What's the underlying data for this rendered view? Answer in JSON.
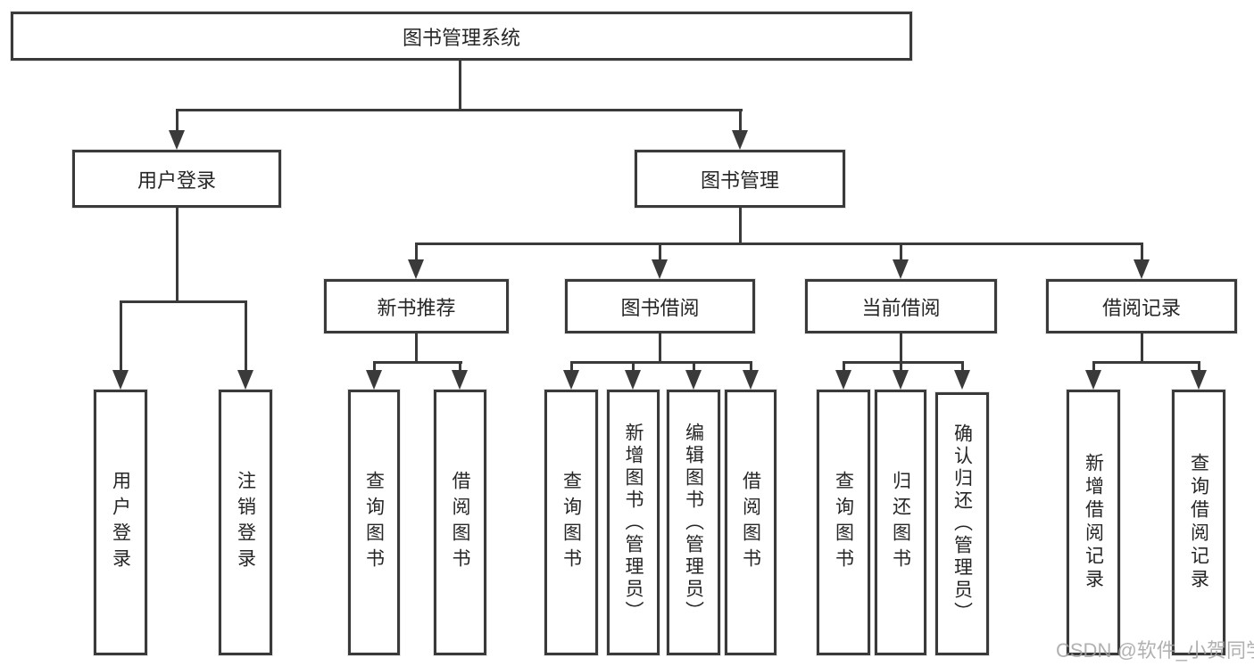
{
  "diagram_title": "图书管理系统",
  "watermark": "CSDN @软件_小贺同学",
  "colors": {
    "line": "#3a3a3a",
    "text": "#262626",
    "background": "#ffffff",
    "watermark": "#a4a4a4"
  },
  "nodes": {
    "root": "图书管理系统",
    "user_login": "用户登录",
    "book_mgmt": "图书管理",
    "new_books": "新书推荐",
    "book_borrow": "图书借阅",
    "current_borrow": "当前借阅",
    "borrow_records": "借阅记录",
    "login": "用户登录",
    "logout": "注销登录",
    "nb_query": "查询图书",
    "nb_borrow": "借阅图书",
    "bb_query": "查询图书",
    "bb_add": "新增图书（管理员）",
    "bb_edit": "编辑图书（管理员）",
    "bb_borrow": "借阅图书",
    "cb_query": "查询图书",
    "cb_return": "归还图书",
    "cb_confirm": "确认归还（管理员）",
    "br_add": "新增借阅记录",
    "br_query": "查询借阅记录"
  },
  "tree": {
    "图书管理系统": {
      "用户登录": [
        "用户登录",
        "注销登录"
      ],
      "图书管理": {
        "新书推荐": [
          "查询图书",
          "借阅图书"
        ],
        "图书借阅": [
          "查询图书",
          "新增图书（管理员）",
          "编辑图书（管理员）",
          "借阅图书"
        ],
        "当前借阅": [
          "查询图书",
          "归还图书",
          "确认归还（管理员）"
        ],
        "借阅记录": [
          "新增借阅记录",
          "查询借阅记录"
        ]
      }
    }
  }
}
